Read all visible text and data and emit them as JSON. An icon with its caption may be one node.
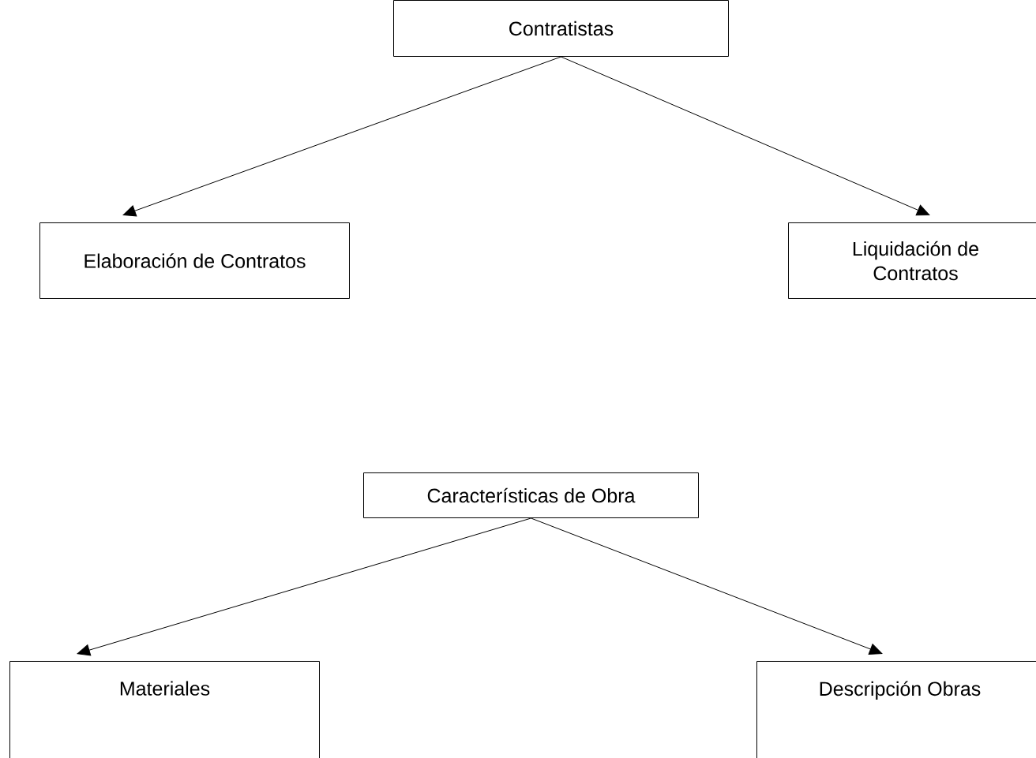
{
  "diagram": {
    "nodes": [
      {
        "text": [
          "Contratistas"
        ]
      },
      {
        "text": [
          "Elaboración de Contratos"
        ]
      },
      {
        "text": [
          "Liquidación de Contratos"
        ]
      },
      {
        "text": [
          "Características de Obra"
        ]
      },
      {
        "text": [
          "Materiales"
        ]
      },
      {
        "text": [
          "Descripción Obras"
        ]
      }
    ],
    "edges": [
      {
        "from": 0,
        "to": 1,
        "arrow": "to"
      },
      {
        "from": 0,
        "to": 2,
        "arrow": "to"
      },
      {
        "from": 3,
        "to": 4,
        "arrow": "to"
      },
      {
        "from": 3,
        "to": 5,
        "arrow": "to"
      }
    ]
  }
}
